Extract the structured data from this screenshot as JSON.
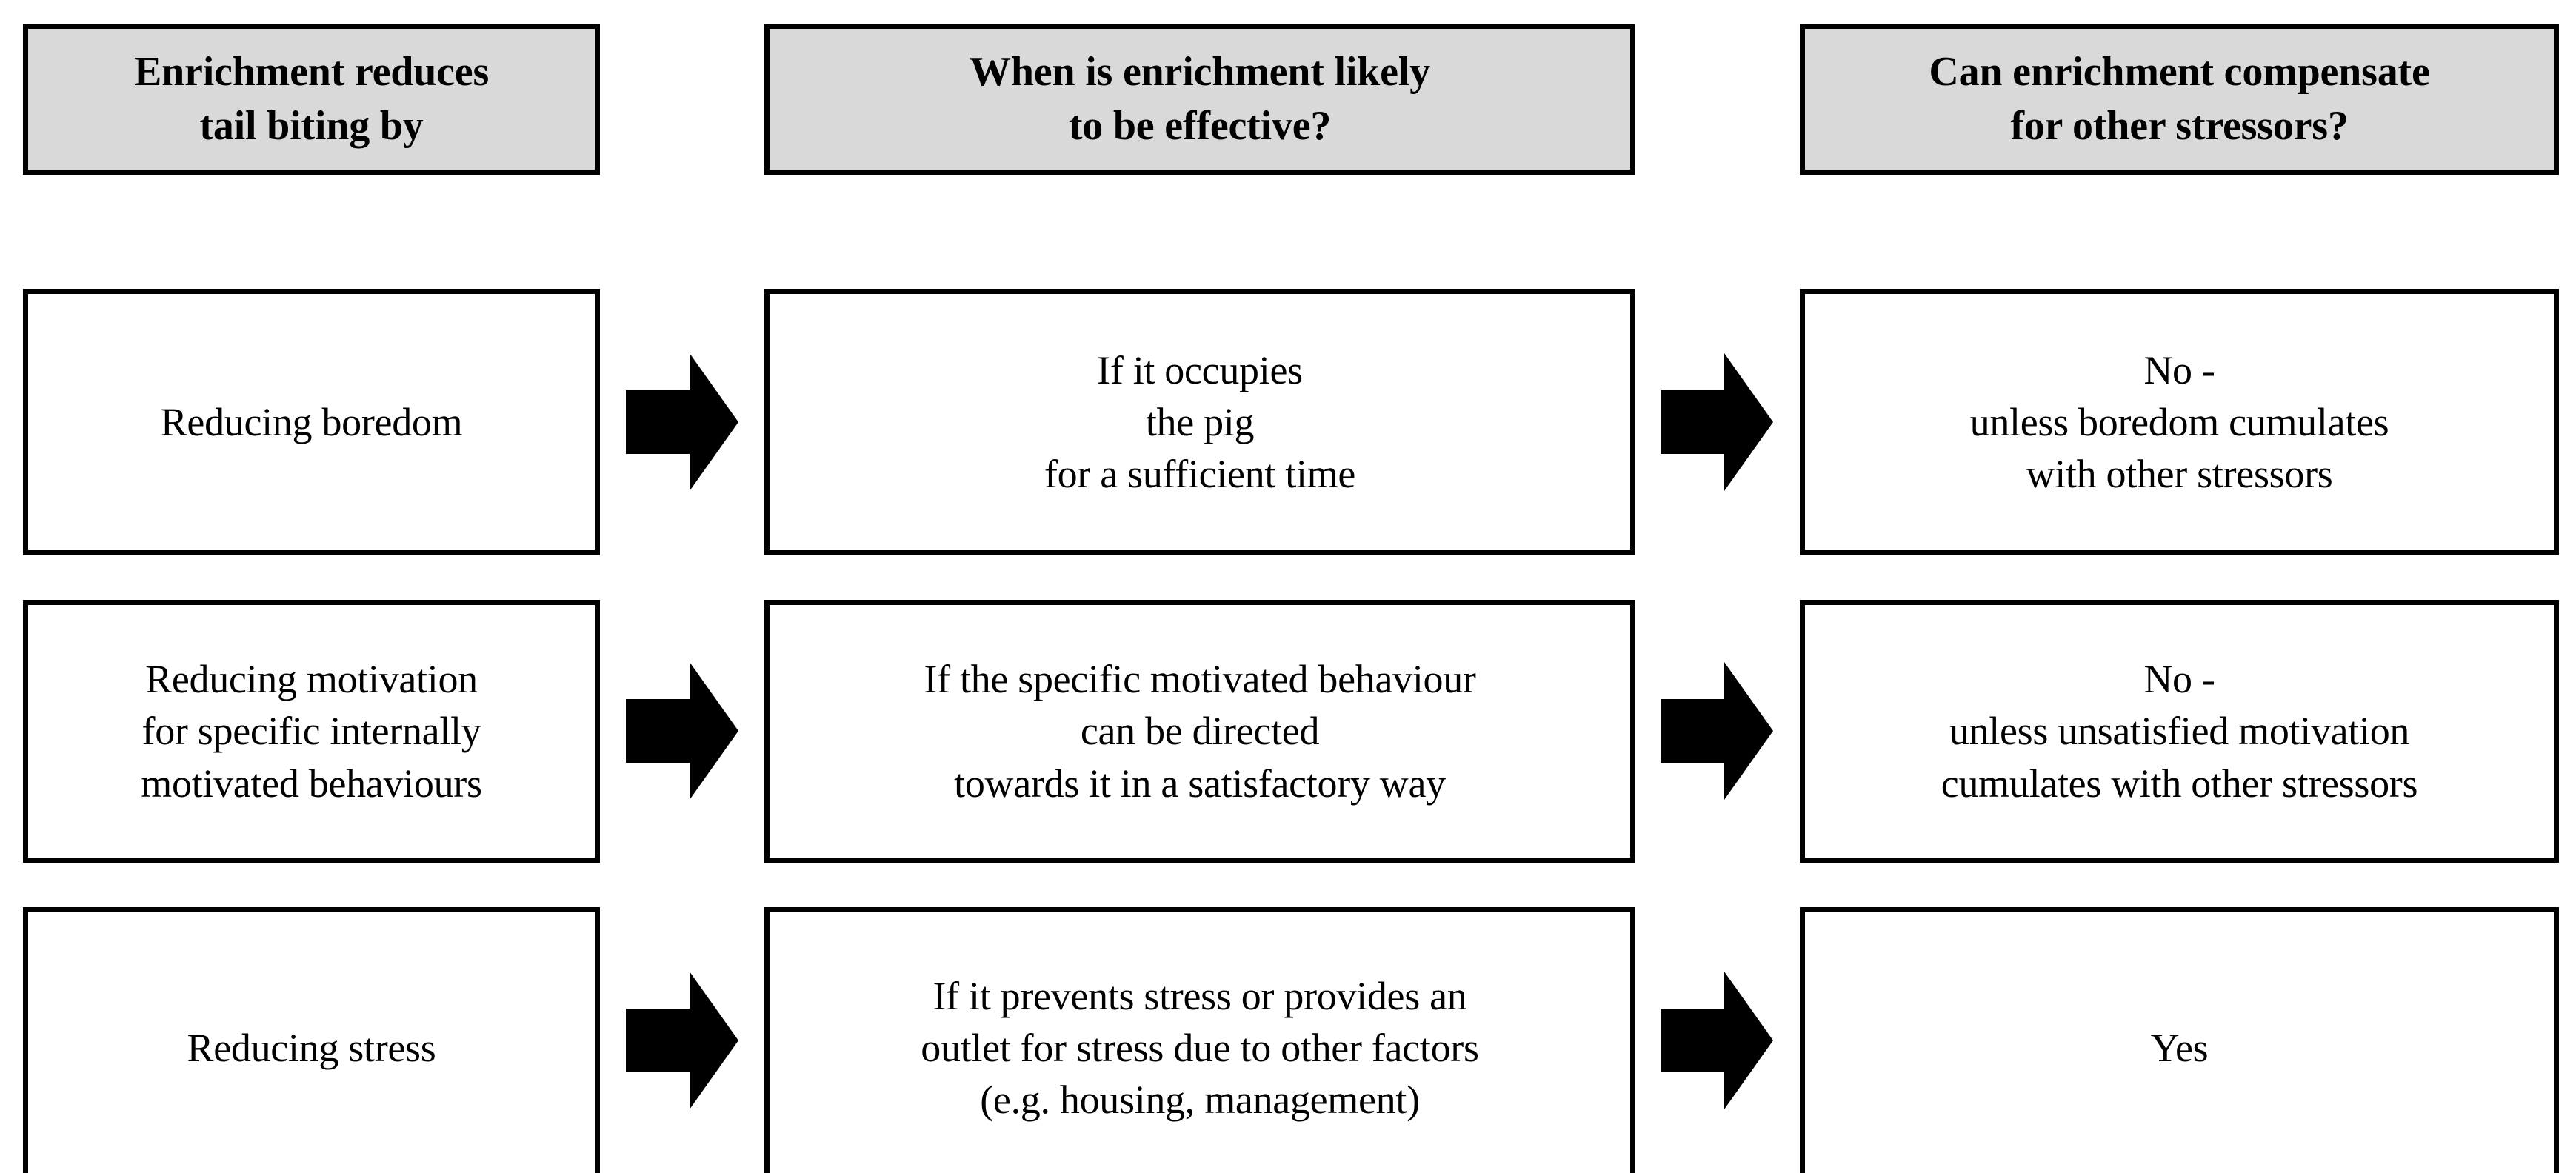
{
  "diagram": {
    "type": "flow-matrix",
    "columns": 3,
    "rows": [
      {
        "id": "row-1",
        "mechanism": "Reducing boredom",
        "condition": "If it occupies\nthe pig\nfor a sufficient time",
        "compensation": "No -\nunless boredom cumulates\nwith other stressors",
        "arrow_1": "arrow-right",
        "arrow_2": "arrow-right"
      },
      {
        "id": "row-2",
        "mechanism": "Reducing motivation\nfor specific internally\nmotivated behaviours",
        "condition": "If the specific motivated behaviour\ncan be directed\ntowards it in a satisfactory way",
        "compensation": "No -\nunless unsatisfied motivation\ncumulates with other stressors",
        "arrow_1": "arrow-right",
        "arrow_2": "arrow-right"
      },
      {
        "id": "row-3",
        "mechanism": "Reducing stress",
        "condition": "If it prevents stress or provides an\noutlet for stress due to other factors\n(e.g. housing, management)",
        "compensation": "Yes",
        "arrow_1": "arrow-right",
        "arrow_2": "arrow-right"
      }
    ],
    "colors": {
      "header_fill": "#d9d9d9",
      "cell_fill": "#ffffff",
      "border": "#000000",
      "arrow": "#000000",
      "text": "#000000",
      "page_background": "#ffffff"
    },
    "headers": [
      {
        "id": "col-1",
        "label": "Enrichment reduces\ntail biting by"
      },
      {
        "id": "col-2",
        "label": "When is enrichment likely\nto be effective?"
      },
      {
        "id": "col-3",
        "label": "Can enrichment compensate\nfor other stressors?"
      }
    ]
  }
}
